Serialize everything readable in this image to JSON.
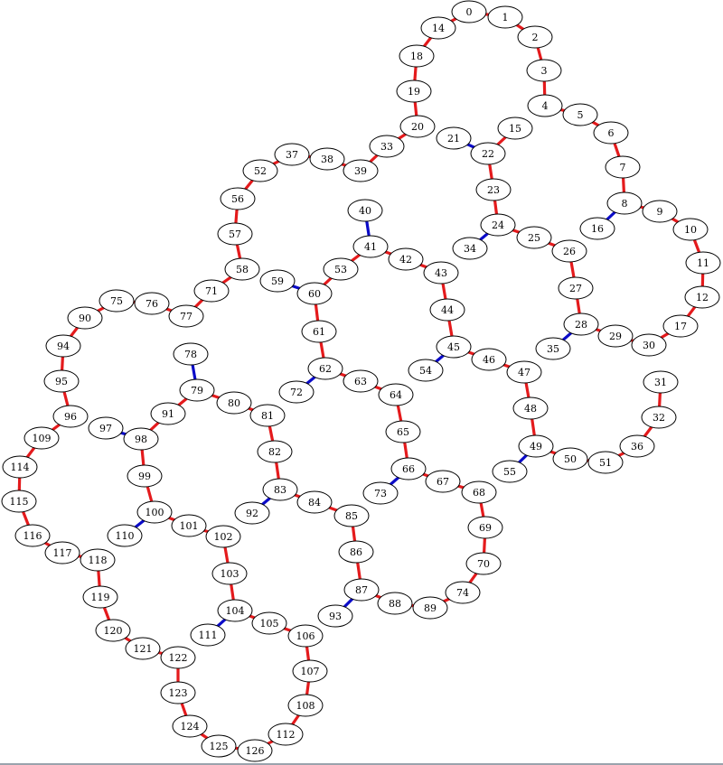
{
  "colors": {
    "edge_red": "#e41a1c",
    "edge_red_stripe": "#e8e8e8",
    "edge_blue": "#0b0bc8",
    "node_fill": "#ffffff",
    "node_stroke": "#000000"
  },
  "nodes": [
    "0",
    "1",
    "2",
    "3",
    "4",
    "5",
    "6",
    "7",
    "8",
    "9",
    "10",
    "11",
    "12",
    "14",
    "15",
    "16",
    "17",
    "18",
    "19",
    "20",
    "21",
    "22",
    "23",
    "24",
    "25",
    "26",
    "27",
    "28",
    "29",
    "30",
    "31",
    "32",
    "33",
    "34",
    "35",
    "36",
    "37",
    "38",
    "39",
    "40",
    "41",
    "42",
    "43",
    "44",
    "45",
    "46",
    "47",
    "48",
    "49",
    "50",
    "51",
    "52",
    "53",
    "54",
    "55",
    "56",
    "57",
    "58",
    "59",
    "60",
    "61",
    "62",
    "63",
    "64",
    "65",
    "66",
    "67",
    "68",
    "69",
    "70",
    "71",
    "72",
    "73",
    "74",
    "75",
    "76",
    "77",
    "78",
    "79",
    "80",
    "81",
    "82",
    "83",
    "84",
    "85",
    "86",
    "87",
    "88",
    "89",
    "90",
    "91",
    "92",
    "93",
    "94",
    "95",
    "96",
    "97",
    "98",
    "99",
    "100",
    "101",
    "102",
    "103",
    "104",
    "105",
    "106",
    "107",
    "108",
    "109",
    "110",
    "111",
    "112",
    "114",
    "115",
    "116",
    "117",
    "118",
    "119",
    "120",
    "121",
    "122",
    "123",
    "124",
    "125",
    "126"
  ],
  "edges": [
    [
      "0",
      "1",
      "red"
    ],
    [
      "1",
      "2",
      "red"
    ],
    [
      "2",
      "3",
      "red"
    ],
    [
      "3",
      "4",
      "red"
    ],
    [
      "4",
      "5",
      "red"
    ],
    [
      "5",
      "6",
      "red"
    ],
    [
      "6",
      "7",
      "red"
    ],
    [
      "7",
      "8",
      "red"
    ],
    [
      "8",
      "9",
      "red"
    ],
    [
      "9",
      "10",
      "red"
    ],
    [
      "10",
      "11",
      "red"
    ],
    [
      "11",
      "12",
      "red"
    ],
    [
      "12",
      "17",
      "red"
    ],
    [
      "17",
      "30",
      "red"
    ],
    [
      "30",
      "29",
      "red"
    ],
    [
      "29",
      "28",
      "red"
    ],
    [
      "28",
      "27",
      "red"
    ],
    [
      "27",
      "26",
      "red"
    ],
    [
      "26",
      "25",
      "red"
    ],
    [
      "25",
      "24",
      "red"
    ],
    [
      "24",
      "23",
      "red"
    ],
    [
      "23",
      "22",
      "red"
    ],
    [
      "22",
      "15",
      "red"
    ],
    [
      "33",
      "20",
      "red"
    ],
    [
      "20",
      "19",
      "red"
    ],
    [
      "19",
      "18",
      "red"
    ],
    [
      "18",
      "14",
      "red"
    ],
    [
      "14",
      "0",
      "red"
    ],
    [
      "39",
      "33",
      "red"
    ],
    [
      "38",
      "39",
      "red"
    ],
    [
      "37",
      "38",
      "red"
    ],
    [
      "52",
      "37",
      "red"
    ],
    [
      "56",
      "52",
      "red"
    ],
    [
      "57",
      "56",
      "red"
    ],
    [
      "58",
      "57",
      "red"
    ],
    [
      "71",
      "58",
      "red"
    ],
    [
      "77",
      "71",
      "red"
    ],
    [
      "76",
      "77",
      "red"
    ],
    [
      "75",
      "76",
      "red"
    ],
    [
      "90",
      "75",
      "red"
    ],
    [
      "94",
      "90",
      "red"
    ],
    [
      "95",
      "94",
      "red"
    ],
    [
      "96",
      "95",
      "red"
    ],
    [
      "109",
      "96",
      "red"
    ],
    [
      "114",
      "109",
      "red"
    ],
    [
      "115",
      "114",
      "red"
    ],
    [
      "116",
      "115",
      "red"
    ],
    [
      "117",
      "116",
      "red"
    ],
    [
      "118",
      "117",
      "red"
    ],
    [
      "119",
      "118",
      "red"
    ],
    [
      "120",
      "119",
      "red"
    ],
    [
      "121",
      "120",
      "red"
    ],
    [
      "122",
      "121",
      "red"
    ],
    [
      "123",
      "122",
      "red"
    ],
    [
      "124",
      "123",
      "red"
    ],
    [
      "125",
      "124",
      "red"
    ],
    [
      "126",
      "125",
      "red"
    ],
    [
      "112",
      "126",
      "red"
    ],
    [
      "108",
      "112",
      "red"
    ],
    [
      "107",
      "108",
      "red"
    ],
    [
      "106",
      "107",
      "red"
    ],
    [
      "105",
      "106",
      "red"
    ],
    [
      "104",
      "105",
      "red"
    ],
    [
      "103",
      "104",
      "red"
    ],
    [
      "102",
      "103",
      "red"
    ],
    [
      "101",
      "102",
      "red"
    ],
    [
      "100",
      "101",
      "red"
    ],
    [
      "99",
      "100",
      "red"
    ],
    [
      "98",
      "99",
      "red"
    ],
    [
      "91",
      "98",
      "red"
    ],
    [
      "79",
      "91",
      "red"
    ],
    [
      "80",
      "79",
      "red"
    ],
    [
      "81",
      "80",
      "red"
    ],
    [
      "82",
      "81",
      "red"
    ],
    [
      "83",
      "82",
      "red"
    ],
    [
      "84",
      "83",
      "red"
    ],
    [
      "85",
      "84",
      "red"
    ],
    [
      "86",
      "85",
      "red"
    ],
    [
      "87",
      "86",
      "red"
    ],
    [
      "88",
      "87",
      "red"
    ],
    [
      "89",
      "88",
      "red"
    ],
    [
      "74",
      "89",
      "red"
    ],
    [
      "70",
      "74",
      "red"
    ],
    [
      "69",
      "70",
      "red"
    ],
    [
      "68",
      "69",
      "red"
    ],
    [
      "67",
      "68",
      "red"
    ],
    [
      "66",
      "67",
      "red"
    ],
    [
      "65",
      "66",
      "red"
    ],
    [
      "64",
      "65",
      "red"
    ],
    [
      "63",
      "64",
      "red"
    ],
    [
      "62",
      "63",
      "red"
    ],
    [
      "61",
      "62",
      "red"
    ],
    [
      "60",
      "61",
      "red"
    ],
    [
      "53",
      "60",
      "red"
    ],
    [
      "41",
      "53",
      "red"
    ],
    [
      "42",
      "41",
      "red"
    ],
    [
      "43",
      "42",
      "red"
    ],
    [
      "44",
      "43",
      "red"
    ],
    [
      "45",
      "44",
      "red"
    ],
    [
      "46",
      "45",
      "red"
    ],
    [
      "47",
      "46",
      "red"
    ],
    [
      "48",
      "47",
      "red"
    ],
    [
      "49",
      "48",
      "red"
    ],
    [
      "50",
      "49",
      "red"
    ],
    [
      "51",
      "50",
      "red"
    ],
    [
      "36",
      "51",
      "red"
    ],
    [
      "32",
      "36",
      "red"
    ],
    [
      "31",
      "32",
      "red"
    ],
    [
      "21",
      "22",
      "blue"
    ],
    [
      "8",
      "16",
      "blue"
    ],
    [
      "24",
      "34",
      "blue"
    ],
    [
      "28",
      "35",
      "blue"
    ],
    [
      "41",
      "40",
      "blue"
    ],
    [
      "59",
      "60",
      "blue"
    ],
    [
      "62",
      "72",
      "blue"
    ],
    [
      "45",
      "54",
      "blue"
    ],
    [
      "49",
      "55",
      "blue"
    ],
    [
      "66",
      "73",
      "blue"
    ],
    [
      "79",
      "78",
      "blue"
    ],
    [
      "97",
      "98",
      "blue"
    ],
    [
      "100",
      "110",
      "blue"
    ],
    [
      "83",
      "92",
      "blue"
    ],
    [
      "87",
      "93",
      "blue"
    ],
    [
      "104",
      "111",
      "blue"
    ]
  ]
}
